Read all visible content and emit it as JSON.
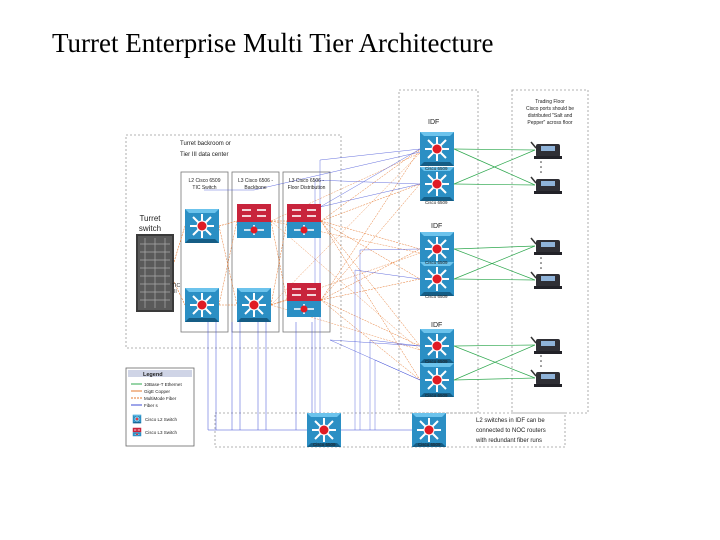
{
  "title": "Turret Enterprise Multi Tier Architecture",
  "zone": {
    "line1": "Turret backroom or",
    "line2": "Tier III data center",
    "turret_switch_1": "Turret",
    "turret_switch_2": "switch",
    "tic_1": "TIC",
    "tic_2": "II"
  },
  "columns": [
    {
      "line1": "L2 Cisco 6509",
      "line2": "TIC Switch"
    },
    {
      "line1": "L3 Cisco 6506 -",
      "line2": "Backbone"
    },
    {
      "line1": "L3 Cisco 6506 -",
      "line2": "Floor Distribution"
    }
  ],
  "idf_labels": [
    "IDF",
    "IDF",
    "IDF"
  ],
  "device_label": "Cisco 6509",
  "bottom_labels": [
    "Cisco 6509",
    "Cisco 6509"
  ],
  "trading_floor": {
    "line1": "Trading Floor",
    "line2": "Cisco ports should be",
    "line3": "distributed \"Salt and",
    "line4": "Pepper\" across floor"
  },
  "legend": {
    "title": "Legend",
    "items": [
      "10Base-T Ethernet",
      "GigE Copper",
      "MultiMode Fiber",
      "Fiber s"
    ],
    "icons": [
      "Cisco L2 Switch",
      "Cisco L3 Switch"
    ]
  },
  "note": {
    "line1": "L2 switches in IDF can be",
    "line2": "connected to NOC routers",
    "line3": "with redundant fiber runs"
  },
  "colors": {
    "ethernet": "#2fa84f",
    "gige": "#e6782e",
    "fiber": "#3d4bd6",
    "l2_switch": "#2b8fc4",
    "l3_switch": "#c8243c"
  }
}
